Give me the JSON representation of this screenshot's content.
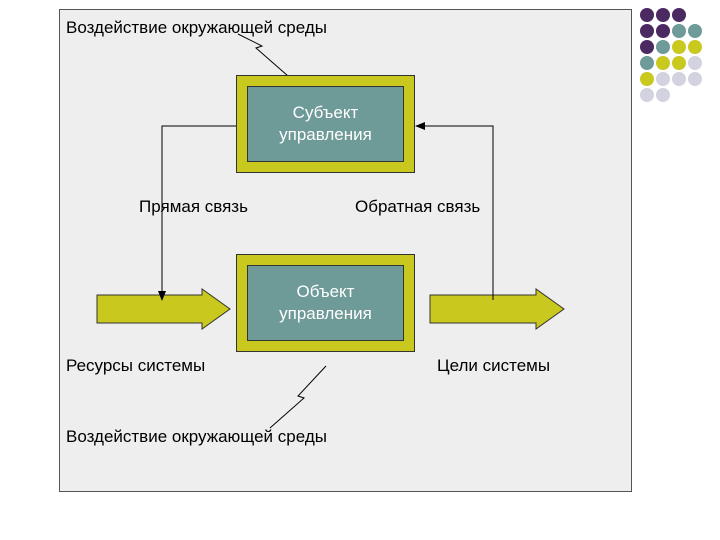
{
  "env_top": "Воздействие окружающей среды",
  "env_bottom": "Воздействие окружающей среды",
  "subject": [
    "Субъект",
    "управления"
  ],
  "object": [
    "Объект",
    "управления"
  ],
  "direct_link": "Прямая связь",
  "feedback_link": "Обратная связь",
  "resources": "Ресурсы системы",
  "goals": "Цели системы",
  "colors": {
    "olive": "#c9c81e",
    "teal": "#6e9a98",
    "purple": "#4a2a60",
    "lavender": "#d3d3e0",
    "frame_bg": "#eeeeee"
  },
  "decor_dot_rows": [
    [
      "purple",
      "purple",
      "purple"
    ],
    [
      "purple",
      "purple",
      "teal",
      "teal"
    ],
    [
      "purple",
      "teal",
      "olive",
      "olive"
    ],
    [
      "teal",
      "olive",
      "olive",
      "lavender"
    ],
    [
      "olive",
      "lavender",
      "lavender",
      "lavender"
    ],
    [
      "lavender",
      "lavender"
    ]
  ]
}
